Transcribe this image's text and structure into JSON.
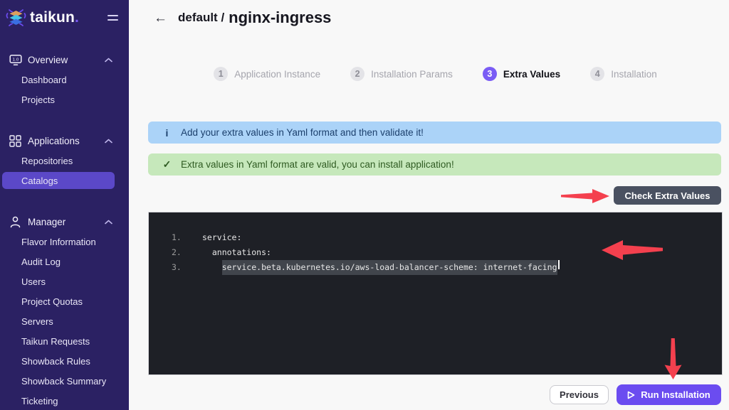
{
  "colors": {
    "sidebar_bg": "#2b2163",
    "sidebar_active_bg": "#5b48c8",
    "accent_purple": "#6b4cf0",
    "step_active": "#7a5cf5",
    "arrow_red": "#f4404e",
    "info_bg": "#abd3f8",
    "info_text": "#1b3f6c",
    "success_bg": "#c6e8bb",
    "success_text": "#2f5b22",
    "editor_bg": "#1e2026",
    "dark_button_bg": "#4a5161",
    "main_bg": "#f8f8f8"
  },
  "sidebar": {
    "logo_text": "taikun",
    "logo_dot": ".",
    "menu_icon": "hamburger-icon",
    "logo_icon": "taikun-layers-icon",
    "sections": [
      {
        "icon": "overview-icon",
        "label": "Overview",
        "chevron": "chevron-up-icon",
        "items": [
          {
            "label": "Dashboard",
            "active": false
          },
          {
            "label": "Projects",
            "active": false
          }
        ]
      },
      {
        "icon": "applications-icon",
        "label": "Applications",
        "chevron": "chevron-up-icon",
        "items": [
          {
            "label": "Repositories",
            "active": false
          },
          {
            "label": "Catalogs",
            "active": true
          }
        ]
      },
      {
        "icon": "manager-icon",
        "label": "Manager",
        "chevron": "chevron-up-icon",
        "items": [
          {
            "label": "Flavor Information",
            "active": false
          },
          {
            "label": "Audit Log",
            "active": false
          },
          {
            "label": "Users",
            "active": false
          },
          {
            "label": "Project Quotas",
            "active": false
          },
          {
            "label": "Servers",
            "active": false
          },
          {
            "label": "Taikun Requests",
            "active": false
          },
          {
            "label": "Showback Rules",
            "active": false
          },
          {
            "label": "Showback Summary",
            "active": false
          },
          {
            "label": "Ticketing",
            "active": false
          }
        ]
      }
    ]
  },
  "header": {
    "back_icon": "←",
    "breadcrumb": "default /",
    "title": "nginx-ingress"
  },
  "stepper": {
    "steps": [
      {
        "number": "1",
        "label": "Application Instance",
        "active": false
      },
      {
        "number": "2",
        "label": "Installation Params",
        "active": false
      },
      {
        "number": "3",
        "label": "Extra Values",
        "active": true
      },
      {
        "number": "4",
        "label": "Installation",
        "active": false
      }
    ]
  },
  "alerts": {
    "info": {
      "icon": "i",
      "text": "Add your extra values in Yaml format and then validate it!"
    },
    "success": {
      "icon": "✓",
      "text": "Extra values in Yaml format are valid, you can install application!"
    }
  },
  "actions": {
    "check_button": "Check Extra Values",
    "previous_button": "Previous",
    "run_button": "Run Installation",
    "run_icon": "play-icon"
  },
  "editor": {
    "lines": [
      {
        "number": "1.",
        "indent": 0,
        "code": "service:",
        "highlighted": false
      },
      {
        "number": "2.",
        "indent": 2,
        "code": "annotations:",
        "highlighted": false
      },
      {
        "number": "3.",
        "indent": 4,
        "code": "service.beta.kubernetes.io/aws-load-balancer-scheme: internet-facing",
        "highlighted": true
      }
    ]
  }
}
